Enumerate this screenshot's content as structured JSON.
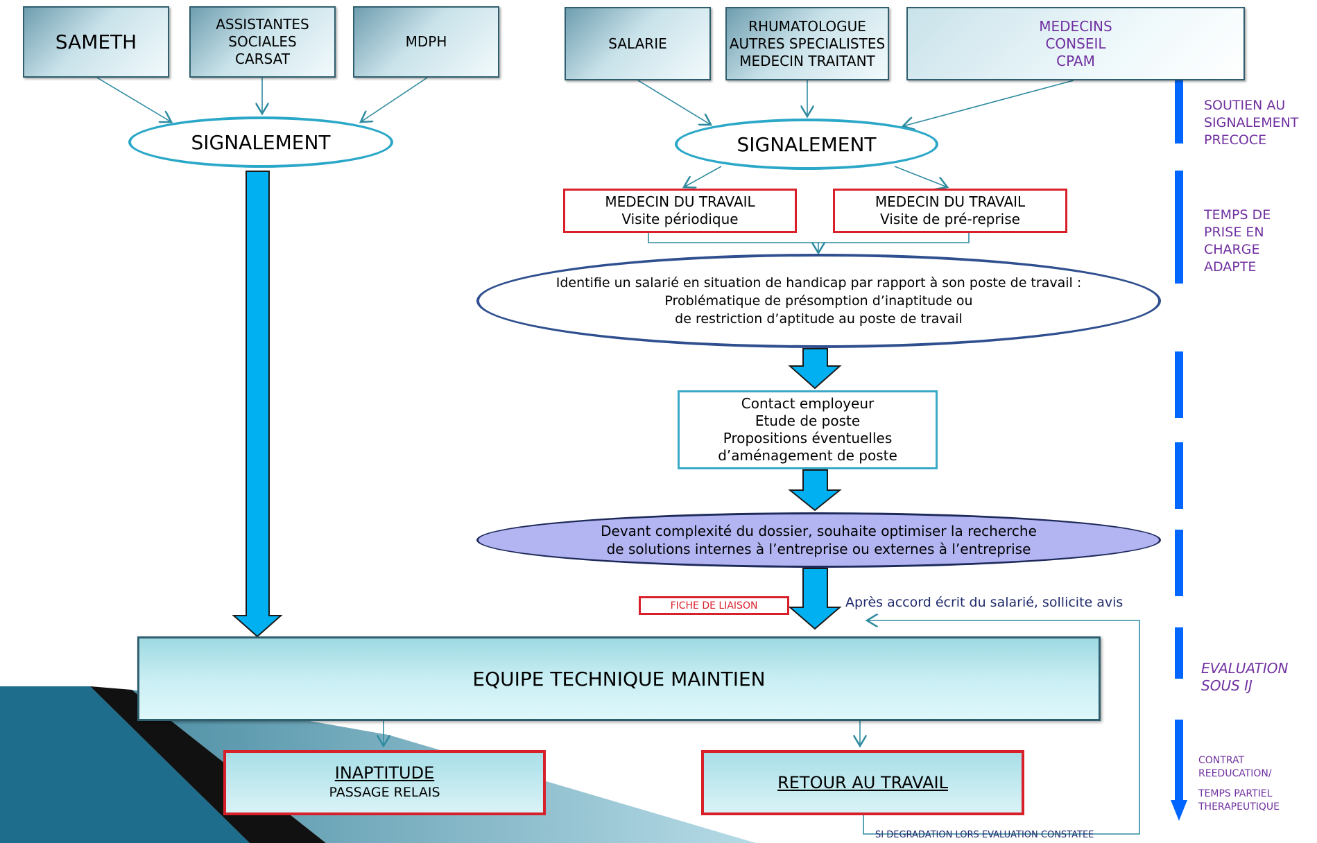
{
  "sources_left": [
    "SAMETH",
    [
      "ASSISTANTES",
      "SOCIALES",
      "CARSAT"
    ],
    "MDPH"
  ],
  "sources_right": [
    "SALARIE",
    [
      "RHUMATOLOGUE",
      "AUTRES SPECIALISTES",
      "MEDECIN TRAITANT"
    ],
    [
      "MEDECINS",
      "CONSEIL",
      "CPAM"
    ]
  ],
  "signalement_left": "SIGNALEMENT",
  "signalement_right": "SIGNALEMENT",
  "medecin_1": [
    "MEDECIN DU TRAVAIL",
    "Visite périodique"
  ],
  "medecin_2": [
    "MEDECIN DU TRAVAIL",
    "Visite de pré-reprise"
  ],
  "identify": [
    "Identifie un salarié en situation de handicap par rapport à son poste de travail :",
    "Problématique de présomption d’inaptitude ou",
    "de restriction d’aptitude au poste de travail"
  ],
  "contact": [
    "Contact employeur",
    "Etude de poste",
    "Propositions éventuelles",
    "d’aménagement de poste"
  ],
  "complexite": [
    "Devant complexité du dossier, souhaite optimiser la recherche",
    "de solutions internes à l’entreprise ou externes à l’entreprise"
  ],
  "fiche": "FICHE DE LIAISON",
  "accord": "Après accord écrit du salarié, sollicite avis",
  "equipe": "EQUIPE TECHNIQUE MAINTIEN",
  "inaptitude": [
    "INAPTITUDE",
    "PASSAGE RELAIS"
  ],
  "retour": "RETOUR AU TRAVAIL",
  "degradation": "SI DEGRADATION LORS EVALUATION CONSTATEE",
  "timeline": {
    "soutien": [
      "SOUTIEN AU",
      "SIGNALEMENT",
      "PRECOCE"
    ],
    "temps": [
      "TEMPS DE",
      "PRISE EN",
      "CHARGE",
      "ADAPTE"
    ],
    "evaluation": [
      "EVALUATION",
      "SOUS IJ"
    ],
    "contrat": [
      "CONTRAT",
      "REEDUCATION/",
      "TEMPS PARTIEL",
      "THERAPEUTIQUE"
    ]
  },
  "colors": {
    "cyan_arrow": "#00b0f0",
    "timeline_blue": "#0066ff",
    "purple_text": "#7030a0",
    "red_border": "#d8202a"
  }
}
